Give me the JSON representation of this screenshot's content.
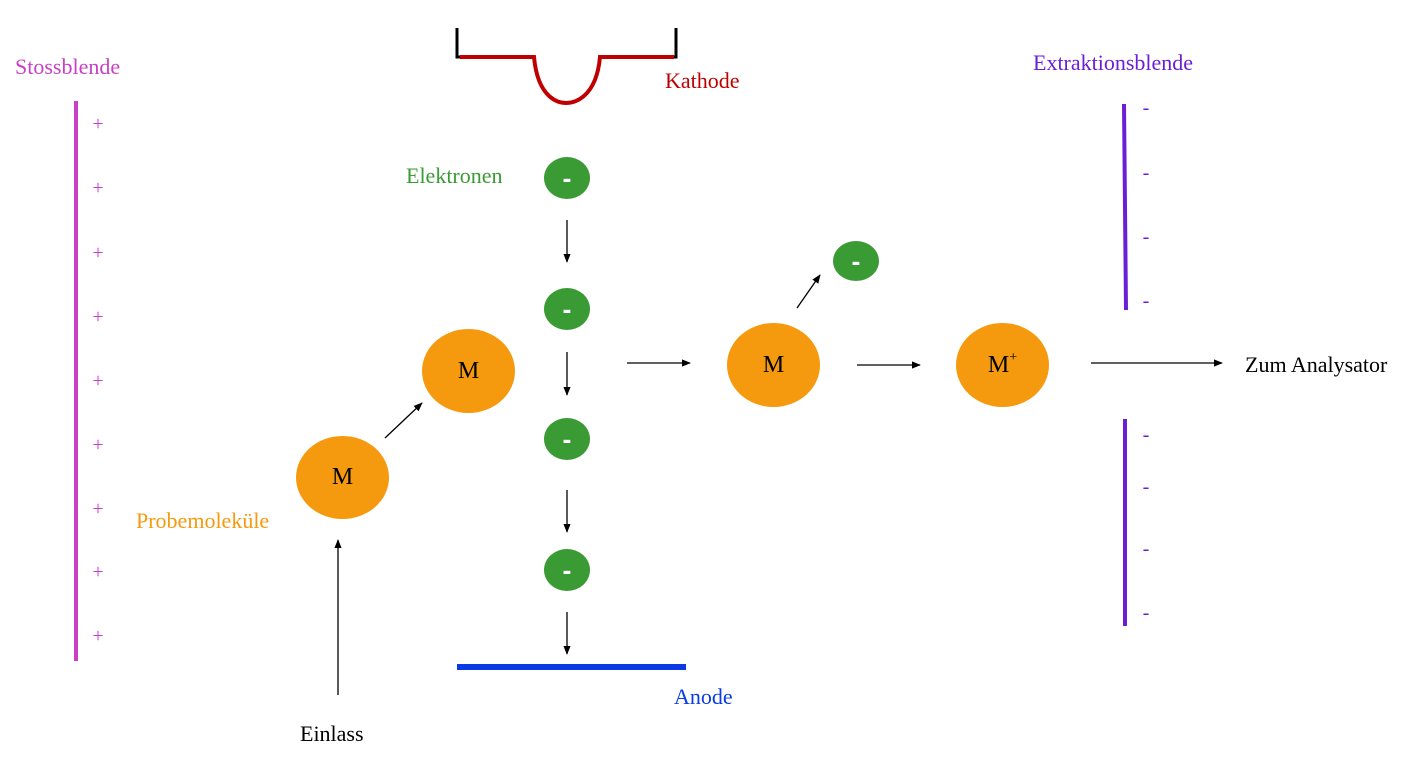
{
  "labels": {
    "stossblende": "Stossblende",
    "kathode": "Kathode",
    "extraktionsblende": "Extraktionsblende",
    "elektronen": "Elektronen",
    "probemolekuele": "Probemoleküle",
    "einlass": "Einlass",
    "anode": "Anode",
    "zum_analysator": "Zum Analysator"
  },
  "stossblende_charge": "+",
  "extraktionsblende_charge": "-",
  "electron_symbol": "-",
  "molecule_symbol": "M",
  "ion_symbol": "M",
  "ion_charge": "+",
  "colors": {
    "stossblende": "#c840c4",
    "kathode": "#c00000",
    "extraktionsblende": "#6a1fd6",
    "elektronen": "#3a9a34",
    "probemolekuele": "#f59a0e",
    "anode": "#0a3ae6",
    "arrows": "#000000"
  }
}
